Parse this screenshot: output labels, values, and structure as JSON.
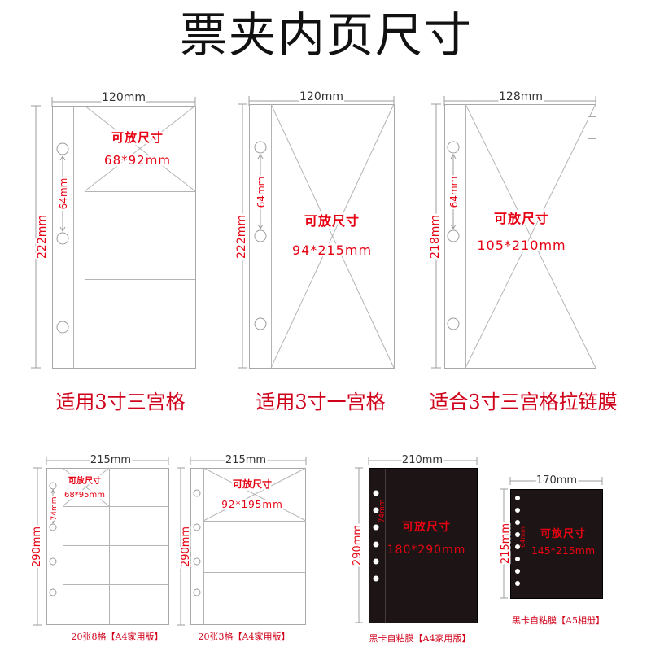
{
  "title": "票夹内页尺寸",
  "colors": {
    "label_red": "#e60012",
    "caption_red": "#d0021b",
    "outline_gray": "#a8a8a8",
    "black_card": "#1d1515"
  },
  "pages": [
    {
      "width_label": "120mm",
      "height_label": "222mm",
      "hole_spacing_label": "64mm",
      "capacity_label": "可放尺寸",
      "capacity_size": "68*92mm",
      "caption": "适用3寸三宫格"
    },
    {
      "width_label": "120mm",
      "height_label": "222mm",
      "hole_spacing_label": "64mm",
      "capacity_label": "可放尺寸",
      "capacity_size": "94*215mm",
      "caption": "适用3寸一宫格"
    },
    {
      "width_label": "128mm",
      "height_label": "218mm",
      "hole_spacing_label": "64mm",
      "capacity_label": "可放尺寸",
      "capacity_size": "105*210mm",
      "caption": "适合3寸三宫格拉链膜"
    },
    {
      "width_label": "215mm",
      "height_label": "290mm",
      "hole_spacing_label": "74mm",
      "capacity_label": "可放尺寸",
      "capacity_size": "68*95mm",
      "caption": "20张8格【A4家用版】"
    },
    {
      "width_label": "215mm",
      "height_label": "290mm",
      "capacity_label": "可放尺寸",
      "capacity_size": "92*195mm",
      "caption": "20张3格【A4家用版】"
    },
    {
      "width_label": "210mm",
      "height_label": "290mm",
      "hole_spacing_label": "74mm",
      "capacity_label": "可放尺寸",
      "capacity_size": "180*290mm",
      "caption": "黑卡自粘膜【A4家用版】"
    },
    {
      "width_label": "170mm",
      "height_label": "215mm",
      "hole_spacing_label": "64mm",
      "capacity_label": "可放尺寸",
      "capacity_size": "145*215mm",
      "caption": "黑卡自粘膜【A5相册】"
    }
  ]
}
